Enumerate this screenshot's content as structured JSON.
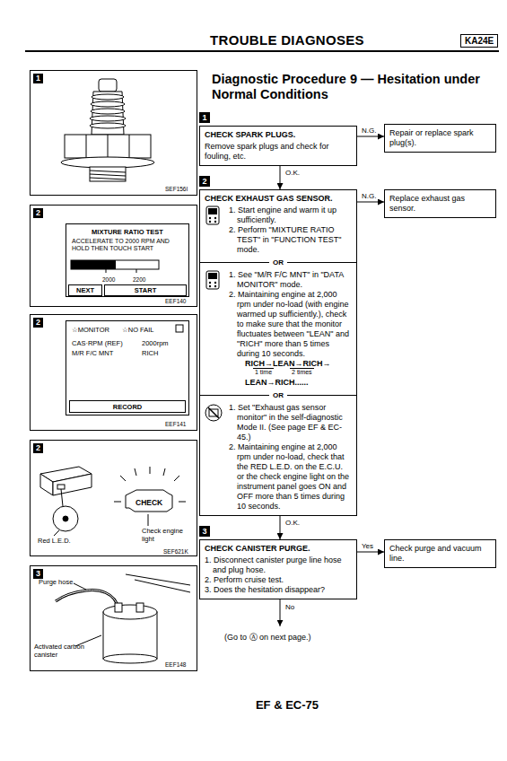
{
  "diagram": {
    "title": "TROUBLE DIAGNOSES",
    "nodes": [
      {
        "text": [
          "KA24E"
        ]
      },
      {
        "text": [
          "1",
          "SEF156I"
        ]
      },
      {
        "text": [
          "2",
          "EEF140"
        ]
      },
      {
        "text": [
          "MIXTURE RATIO TEST",
          "ACCELERATE TO 2000 RPM AND HOLD THEN TOUCH START",
          "2000",
          "2200"
        ],
        "in": 2
      },
      {
        "text": [
          "NEXT"
        ],
        "in": 3
      },
      {
        "text": [
          "START"
        ],
        "in": 3
      },
      {
        "text": [
          "2",
          "EEF141"
        ]
      },
      {
        "text": [
          "☆MONITOR",
          "☆NO FAIL",
          "CAS·RPM (REF)",
          "2000rpm",
          "M/R F/C MNT",
          "RICH"
        ],
        "in": 6
      },
      {
        "text": [
          "RECORD"
        ],
        "in": 7
      },
      {
        "text": [
          "2",
          "Red L.E.D.",
          "CHECK",
          "Check engine light",
          "SEF621K"
        ]
      },
      {
        "text": [
          "3",
          "Purge hose",
          "Activated carbon canister",
          "EEF148"
        ]
      },
      {
        "text": [
          "CHECK SPARK PLUGS.",
          "Remove spark plugs and check for fouling, etc."
        ]
      },
      {
        "text": [
          "Repair or replace spark plug(s)."
        ]
      },
      {
        "text": [
          "CHECK EXHAUST GAS SENSOR.",
          "1. Start engine and warm it up sufficiently.",
          "2. Perform \"MIXTURE RATIO TEST\" in \"FUNCTION TEST\" mode.",
          "OR",
          "1. See \"M/R F/C MNT\" in \"DATA MONITOR\" mode.",
          "2. Maintaining engine at 2,000 rpm under no-load (with engine warmed up sufficiently.), check to make sure that the monitor fluctuates between \"LEAN\" and \"RICH\" more than 5 times during 10 seconds.",
          "RICH→LEAN→RICH→",
          "1 time",
          "2 times",
          "LEAN→RICH......",
          "OR",
          "1. Set \"Exhaust gas sensor monitor\" in the self-diagnostic Mode II. (See page EF & EC- 45.)",
          "2. Maintaining engine at 2,000 rpm under no-load, check that the RED L.E.D. on the E.C.U. or the check engine light on the instrument panel goes ON and OFF more than 5 times during 10 seconds."
        ]
      },
      {
        "text": [
          "Replace exhaust gas sensor."
        ]
      },
      {
        "text": [
          "CHECK CANISTER PURGE.",
          "1. Disconnect canister purge line hose and plug hose.",
          "2. Perform cruise test.",
          "3. Does the hesitation disappear?"
        ]
      },
      {
        "text": [
          "Check purge and vacuum line."
        ]
      }
    ],
    "edges": [
      {
        "from": 11,
        "to": 12,
        "label": "N.G.",
        "arrow": "to"
      },
      {
        "from": 11,
        "to": 13,
        "label": "O.K.",
        "arrow": "to"
      },
      {
        "from": 13,
        "to": 14,
        "label": "N.G.",
        "arrow": "to"
      },
      {
        "from": 13,
        "to": 15,
        "label": "O.K.",
        "arrow": "to"
      },
      {
        "from": 15,
        "to": 16,
        "label": "Yes",
        "arrow": "to"
      }
    ],
    "labels": [
      "Diagnostic Procedure 9 — Hesitation under Normal Conditions",
      "1",
      "2",
      "3",
      "No",
      "(Go to Ⓐ on next page.)",
      "EF & EC-75"
    ]
  }
}
